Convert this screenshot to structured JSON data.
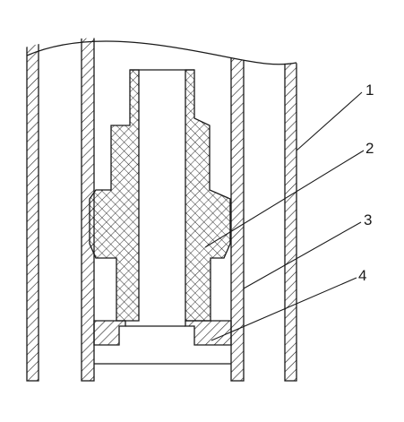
{
  "figure": {
    "background": "#ffffff",
    "line_color": "#1a1a1a",
    "callouts": [
      {
        "label": "1"
      },
      {
        "label": "2"
      },
      {
        "label": "3"
      },
      {
        "label": "4"
      }
    ]
  }
}
